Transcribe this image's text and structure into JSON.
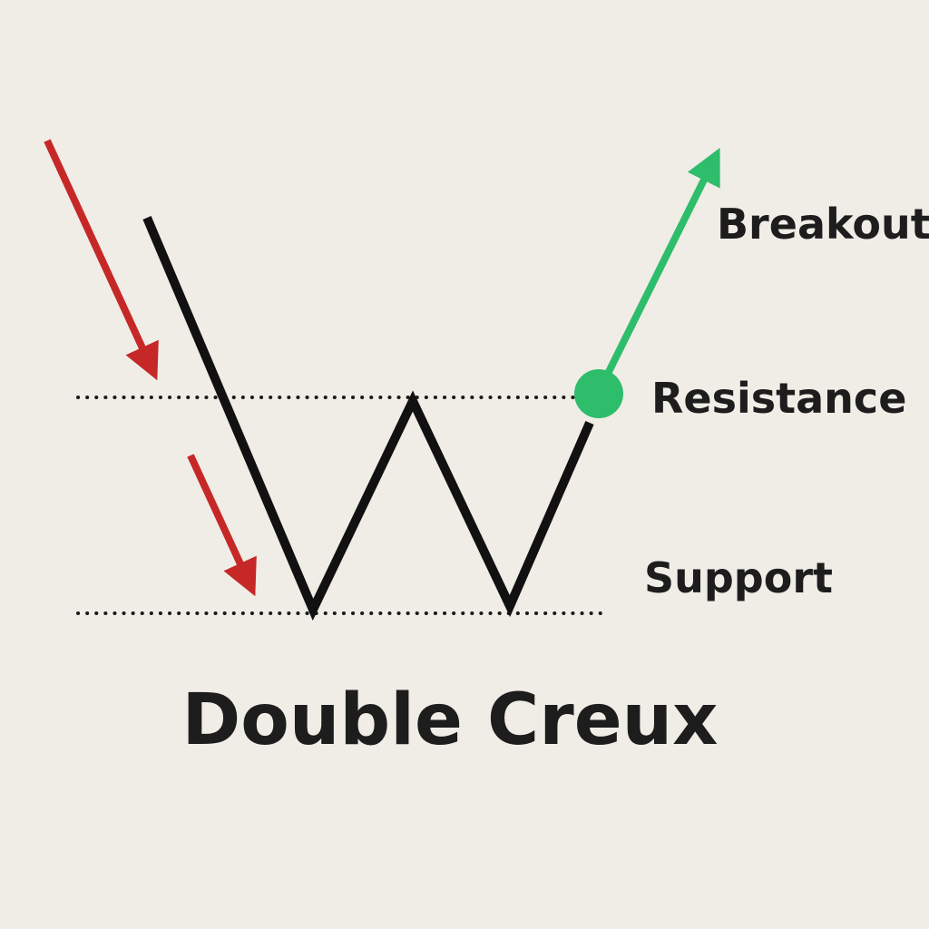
{
  "title": "Double Creux",
  "labels": {
    "breakout": "Breakout",
    "resistance": "Resistance",
    "support": "Support"
  },
  "colors": {
    "background": "#f0ede7",
    "price_line": "#111111",
    "downtrend_arrow": "#c62828",
    "breakout": "#2ebd6b",
    "level_line": "#1a1a1a",
    "text": "#1d1d1d"
  },
  "icons": {
    "breakout_point": "green-circle",
    "downtrend_arrows": "red-down-arrow",
    "breakout_arrow": "green-up-arrow"
  }
}
